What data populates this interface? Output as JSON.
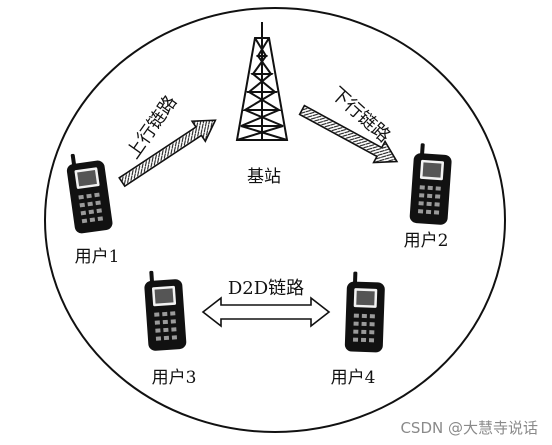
{
  "diagram": {
    "labels": {
      "base_station": "基站",
      "user1": "用户1",
      "user2": "用户2",
      "user3": "用户3",
      "user4": "用户4",
      "uplink": "上行链路",
      "downlink": "下行链路",
      "d2d": "D2D链路"
    },
    "watermark": "CSDN @大慧寺说话"
  }
}
